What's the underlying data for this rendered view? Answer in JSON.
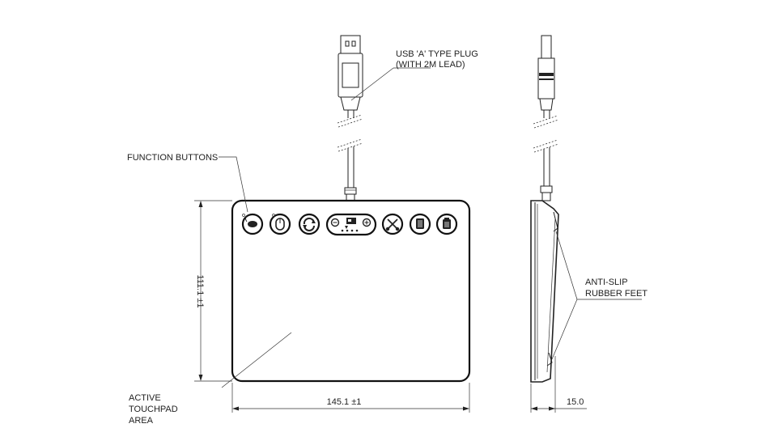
{
  "annotations": {
    "usb_plug": "USB 'A' TYPE PLUG",
    "usb_lead": "(WITH 2M LEAD)",
    "function_buttons": "FUNCTION BUTTONS",
    "anti_slip_1": "ANTI-SLIP",
    "anti_slip_2": "RUBBER FEET",
    "touchpad_1": "ACTIVE",
    "touchpad_2": "TOUCHPAD",
    "touchpad_3": "AREA"
  },
  "dimensions": {
    "height": "111.1 ±1",
    "width": "145.1 ±1",
    "depth": "15.0"
  },
  "buttons": [
    {
      "name": "left-click-button",
      "icon": "mouse-icon"
    },
    {
      "name": "right-click-button",
      "icon": "mouse-click-icon"
    },
    {
      "name": "refresh-button",
      "icon": "refresh-icon"
    },
    {
      "name": "zoom-control-button",
      "icon": "zoom-icon"
    },
    {
      "name": "scissors-button",
      "icon": "scissors-icon"
    },
    {
      "name": "copy-button",
      "icon": "copy-icon"
    },
    {
      "name": "paste-button",
      "icon": "clipboard-icon"
    }
  ]
}
